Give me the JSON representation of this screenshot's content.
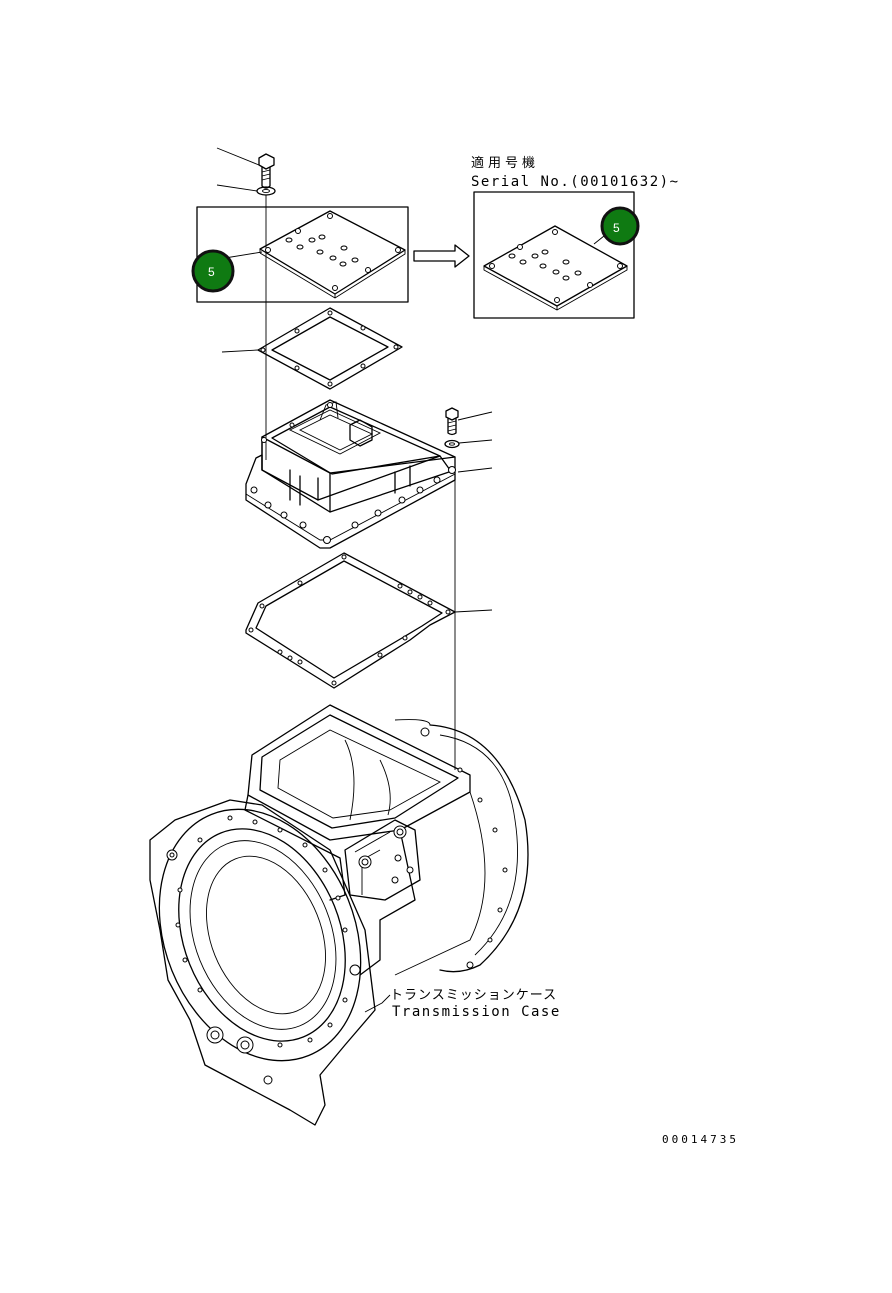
{
  "applicable_serial": {
    "heading_jp": "適用号機",
    "serial_text": "Serial No.(00101632)~"
  },
  "callouts": [
    {
      "label": "5",
      "color": "#0f7a12"
    },
    {
      "label": "5",
      "color": "#0f7a12"
    }
  ],
  "part_name": {
    "jp": "トランスミッションケース",
    "en": "Transmission Case"
  },
  "drawing_number": "00014735"
}
